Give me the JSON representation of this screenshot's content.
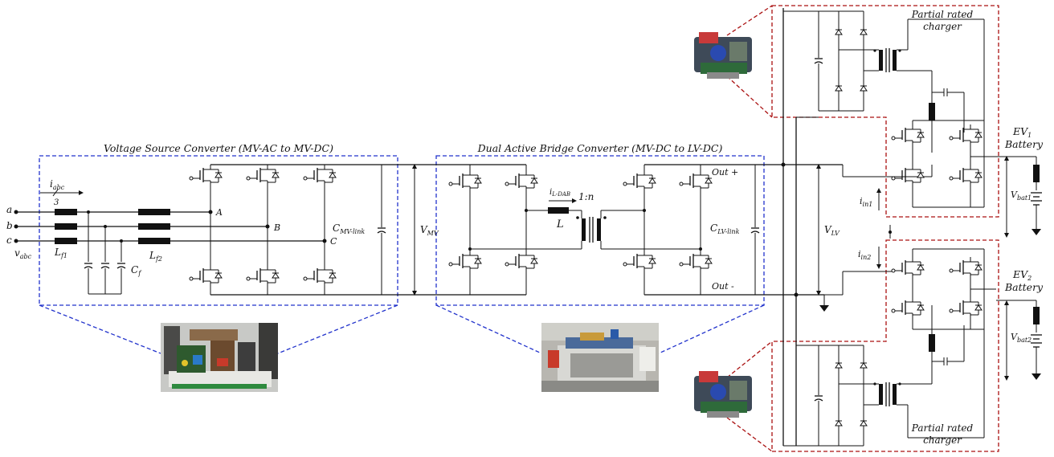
{
  "vsc": {
    "title": "Voltage Source Converter (MV-AC to MV-DC)"
  },
  "dab": {
    "title": "Dual Active Bridge Converter (MV-DC to LV-DC)"
  },
  "charger_top": {
    "title_line1": "Partial rated",
    "title_line2": "charger"
  },
  "charger_bottom": {
    "title_line1": "Partial rated",
    "title_line2": "charger"
  },
  "labels": {
    "a": "a",
    "b": "b",
    "c": "c",
    "vabc": "v",
    "vabc_sub": "abc",
    "iabc": "i",
    "iabc_sub": "abc",
    "three": "3",
    "lf1": "L",
    "lf1_sub": "f1",
    "lf2": "L",
    "lf2_sub": "f2",
    "cf": "C",
    "cf_sub": "f",
    "A": "A",
    "B": "B",
    "C": "C",
    "cmv": "C",
    "cmv_sub": "MV-link",
    "vmv": "V",
    "vmv_sub": "MV",
    "ildab": "i",
    "ildab_sub": "L-DAB",
    "ratio": "1:n",
    "L": "L",
    "clv": "C",
    "clv_sub": "LV-link",
    "out_plus": "Out +",
    "out_minus": "Out -",
    "vlv": "V",
    "vlv_sub": "LV",
    "iin1": "i",
    "iin1_sub": "in1",
    "iin2": "i",
    "iin2_sub": "in2",
    "ev1": "EV",
    "ev1_sub": "1",
    "ev1_battery": "Battery",
    "ev2": "EV",
    "ev2_sub": "2",
    "ev2_battery": "Battery",
    "vbat1": "V",
    "vbat1_sub": "bat1",
    "vbat2": "V",
    "vbat2_sub": "bat2"
  },
  "colors": {
    "vsc_box": "#2233cc",
    "charger_box": "#aa1111",
    "charger_fill": "#fbe3e3",
    "converter_fill": "#f2f3fa"
  }
}
